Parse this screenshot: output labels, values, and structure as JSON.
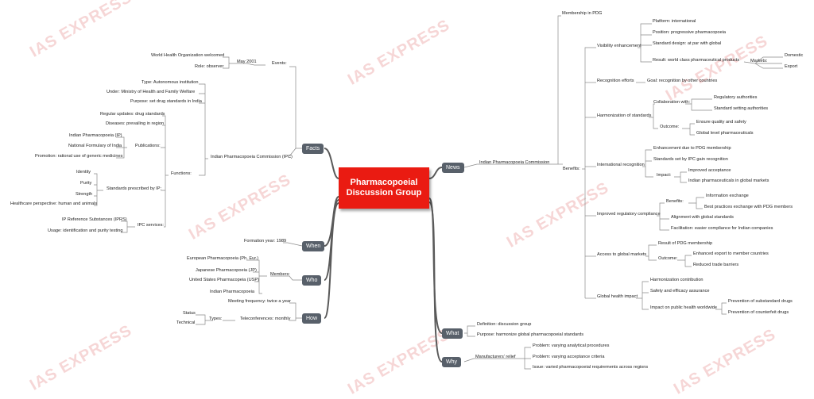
{
  "watermark": "IAS EXPRESS",
  "center": "Pharmacopoeial Discussion Group",
  "branches": {
    "news": "News",
    "what": "What",
    "why": "Why",
    "facts": "Facts",
    "when": "When",
    "who": "Who",
    "how": "How"
  },
  "news": {
    "ipc": "Indian Pharmacopoeia Commission",
    "membership": "Membership in PDG",
    "benefits": "Benefits:",
    "visibility": "Visibility enhancement",
    "platform": "Platform: international",
    "position": "Position: progressive pharmacopoeia",
    "design": "Standard design: at par with global",
    "result": "Result: world class pharmaceutical products",
    "markets": "Markets:",
    "domestic": "Domestic",
    "export": "Export",
    "recognition": "Recognition efforts",
    "goal": "Goal: recognition by other countries",
    "harmonization": "Harmonization of standards",
    "collab": "Collaboration with:",
    "regulatory": "Regulatory authorities",
    "setting": "Standard setting authorities",
    "outcome": "Outcome:",
    "quality": "Ensure quality and safety",
    "global_level": "Global level pharmaceuticals",
    "intl": "International recognition",
    "enh_pdg": "Enhancement due to PDG membership",
    "standards_ipc": "Standards set by IPC gain recognition",
    "impact": "Impact:",
    "improved_acc": "Improved acceptance",
    "indian_pharma": "Indian pharmaceuticals in global markets",
    "improved_reg": "Improved regulatory compliance",
    "benefits2": "Benefits:",
    "info": "Information exchange",
    "best": "Best practices exchange with PDG members",
    "alignment": "Alignment with global standards",
    "facilitation": "Facilitation: easier compliance for Indian companies",
    "access": "Access to global markets",
    "result_pdg": "Result of PDG membership",
    "outcome2": "Outcome:",
    "enh_export": "Enhanced export to member countries",
    "reduced": "Reduced trade barriers",
    "global_health": "Global health impact",
    "harm_contrib": "Harmonization contribution",
    "safety": "Safety and efficacy assurance",
    "public": "Impact on public health worldwide",
    "substandard": "Prevention of substandard drugs",
    "counterfeit": "Prevention of counterfeit drugs"
  },
  "what": {
    "definition": "Definition: discussion group",
    "purpose": "Purpose: harmonize global pharmacopoeial standards"
  },
  "why": {
    "relief": "Manufacturers' relief",
    "p1": "Problem: varying analytical procedures",
    "p2": "Problem: varying acceptance criteria",
    "issue": "Issue: varied pharmacopoeial requirements across regions"
  },
  "facts": {
    "events": "Events:",
    "may": "May 2001",
    "who_welcomed": "World Health Organization welcomed",
    "role": "Role: observer",
    "ipc": "Indian Pharmacopoeia Commission (IPC)",
    "type": "Type: Autonomous institution",
    "under": "Under: Ministry of Health and Family Welfare",
    "purpose": "Purpose: set drug standards in India",
    "functions": "Functions:",
    "regular": "Regular updates: drug standards",
    "diseases": "Diseases: prevailing in region",
    "publications": "Publications:",
    "ip": "Indian Pharmacopoeia (IP)",
    "nfi": "National Formulary of India",
    "promotion": "Promotion: rational use of generic medicines",
    "standards_ip": "Standards prescribed by IP:",
    "identity": "Identity",
    "purity": "Purity",
    "strength": "Strength",
    "healthcare": "Healthcare perspective: human and animals",
    "ipc_services": "IPC services:",
    "iprs": "IP Reference Substances (IPRS)",
    "usage": "Usage: identification and purity testing"
  },
  "when": {
    "formation": "Formation year: 1989"
  },
  "who": {
    "members": "Members:",
    "eu": "European Pharmacopoeia (Ph. Eur.)",
    "jp": "Japanese Pharmacopoeia (JP)",
    "usp": "United States Pharmacopeia (USP)",
    "ip": "Indian Pharmacopoeia"
  },
  "how": {
    "meeting": "Meeting frequency: twice a year",
    "tele": "Teleconferences: monthly",
    "types": "Types:",
    "status": "Status",
    "technical": "Technical"
  },
  "colors": {
    "center": "#ea1b12",
    "badge": "#58606a",
    "line": "#8a8a8a",
    "watermark": "#f3c6c6"
  }
}
